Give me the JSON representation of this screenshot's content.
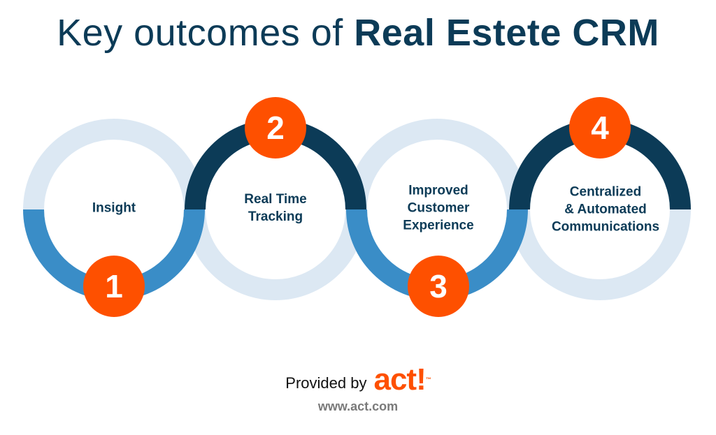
{
  "title": {
    "prefix": "Key outcomes of ",
    "emphasis": "Real Estete CRM"
  },
  "steps": [
    {
      "number": "1",
      "label": "Insight"
    },
    {
      "number": "2",
      "label": "Real Time\nTracking"
    },
    {
      "number": "3",
      "label": "Improved\nCustomer\nExperience"
    },
    {
      "number": "4",
      "label": "Centralized\n& Automated\nCommunications"
    }
  ],
  "footer": {
    "provided_by": "Provided by",
    "brand": "act!",
    "brand_mark": "™",
    "url": "www.act.com"
  },
  "colors": {
    "navy": "#0c3b57",
    "blue": "#3a8dc7",
    "light": "#dce8f3",
    "orange": "#fe5000"
  }
}
